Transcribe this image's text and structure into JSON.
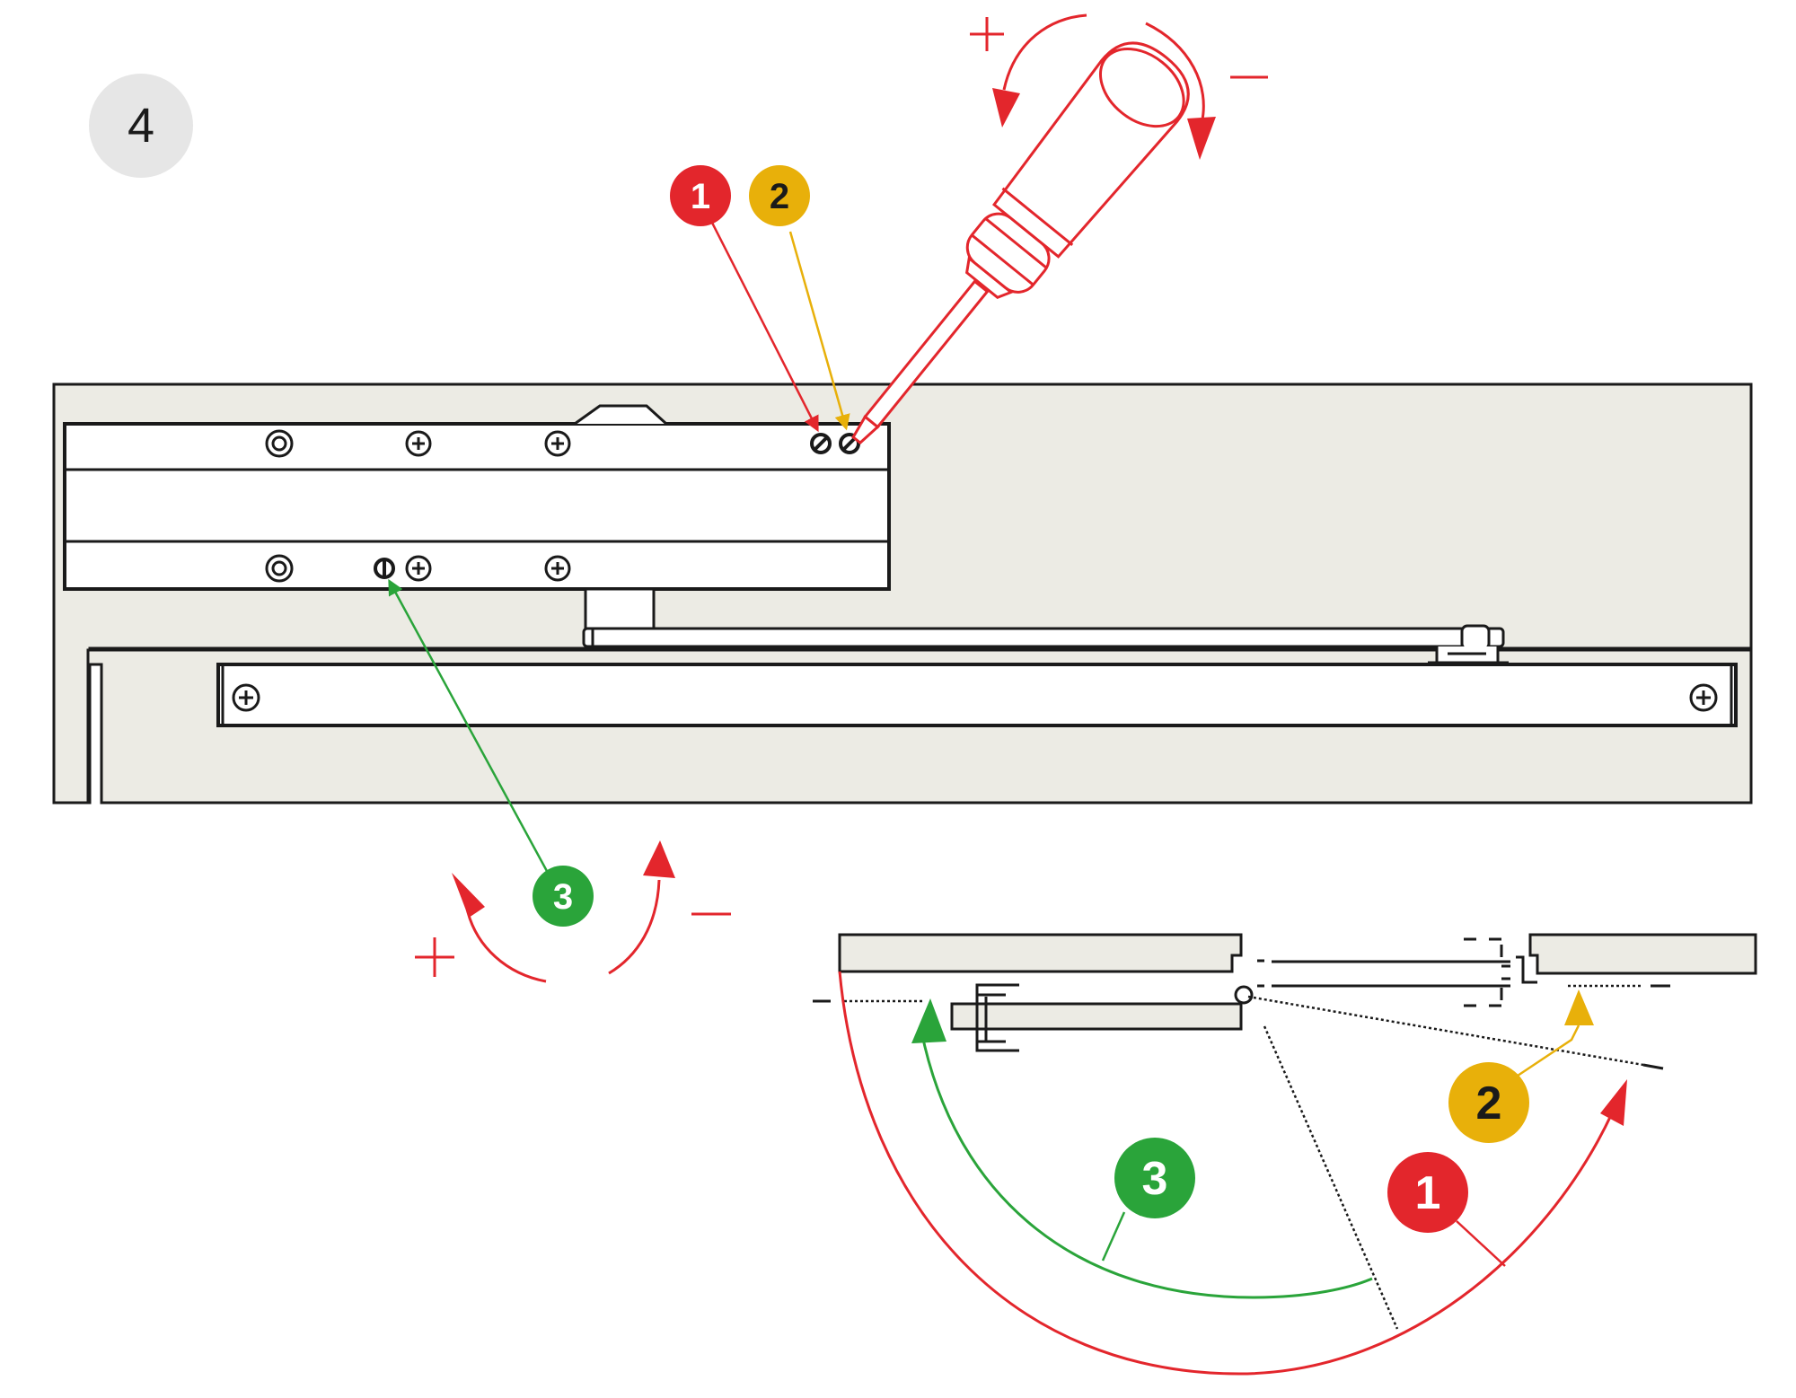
{
  "step": {
    "number": "4"
  },
  "callouts": [
    {
      "id": "1",
      "label": "1",
      "color": "#e3262c",
      "meaning": ""
    },
    {
      "id": "2",
      "label": "2",
      "color": "#e8b00a",
      "meaning": ""
    },
    {
      "id": "3",
      "label": "3",
      "color": "#2aa43a",
      "meaning": ""
    }
  ],
  "adjust_signs": {
    "top_plus": "+",
    "top_minus": "–",
    "bottom_plus": "+",
    "bottom_minus": "–"
  },
  "colors": {
    "panel_fill": "#ecebe4",
    "line": "#1a1a1a",
    "red": "#e3262c",
    "yellow": "#e8b00a",
    "green": "#2aa43a",
    "step_badge": "#e6e6e6"
  },
  "icons": [
    "screwdriver-icon",
    "rotate-arrow-icon",
    "screw-icon"
  ]
}
